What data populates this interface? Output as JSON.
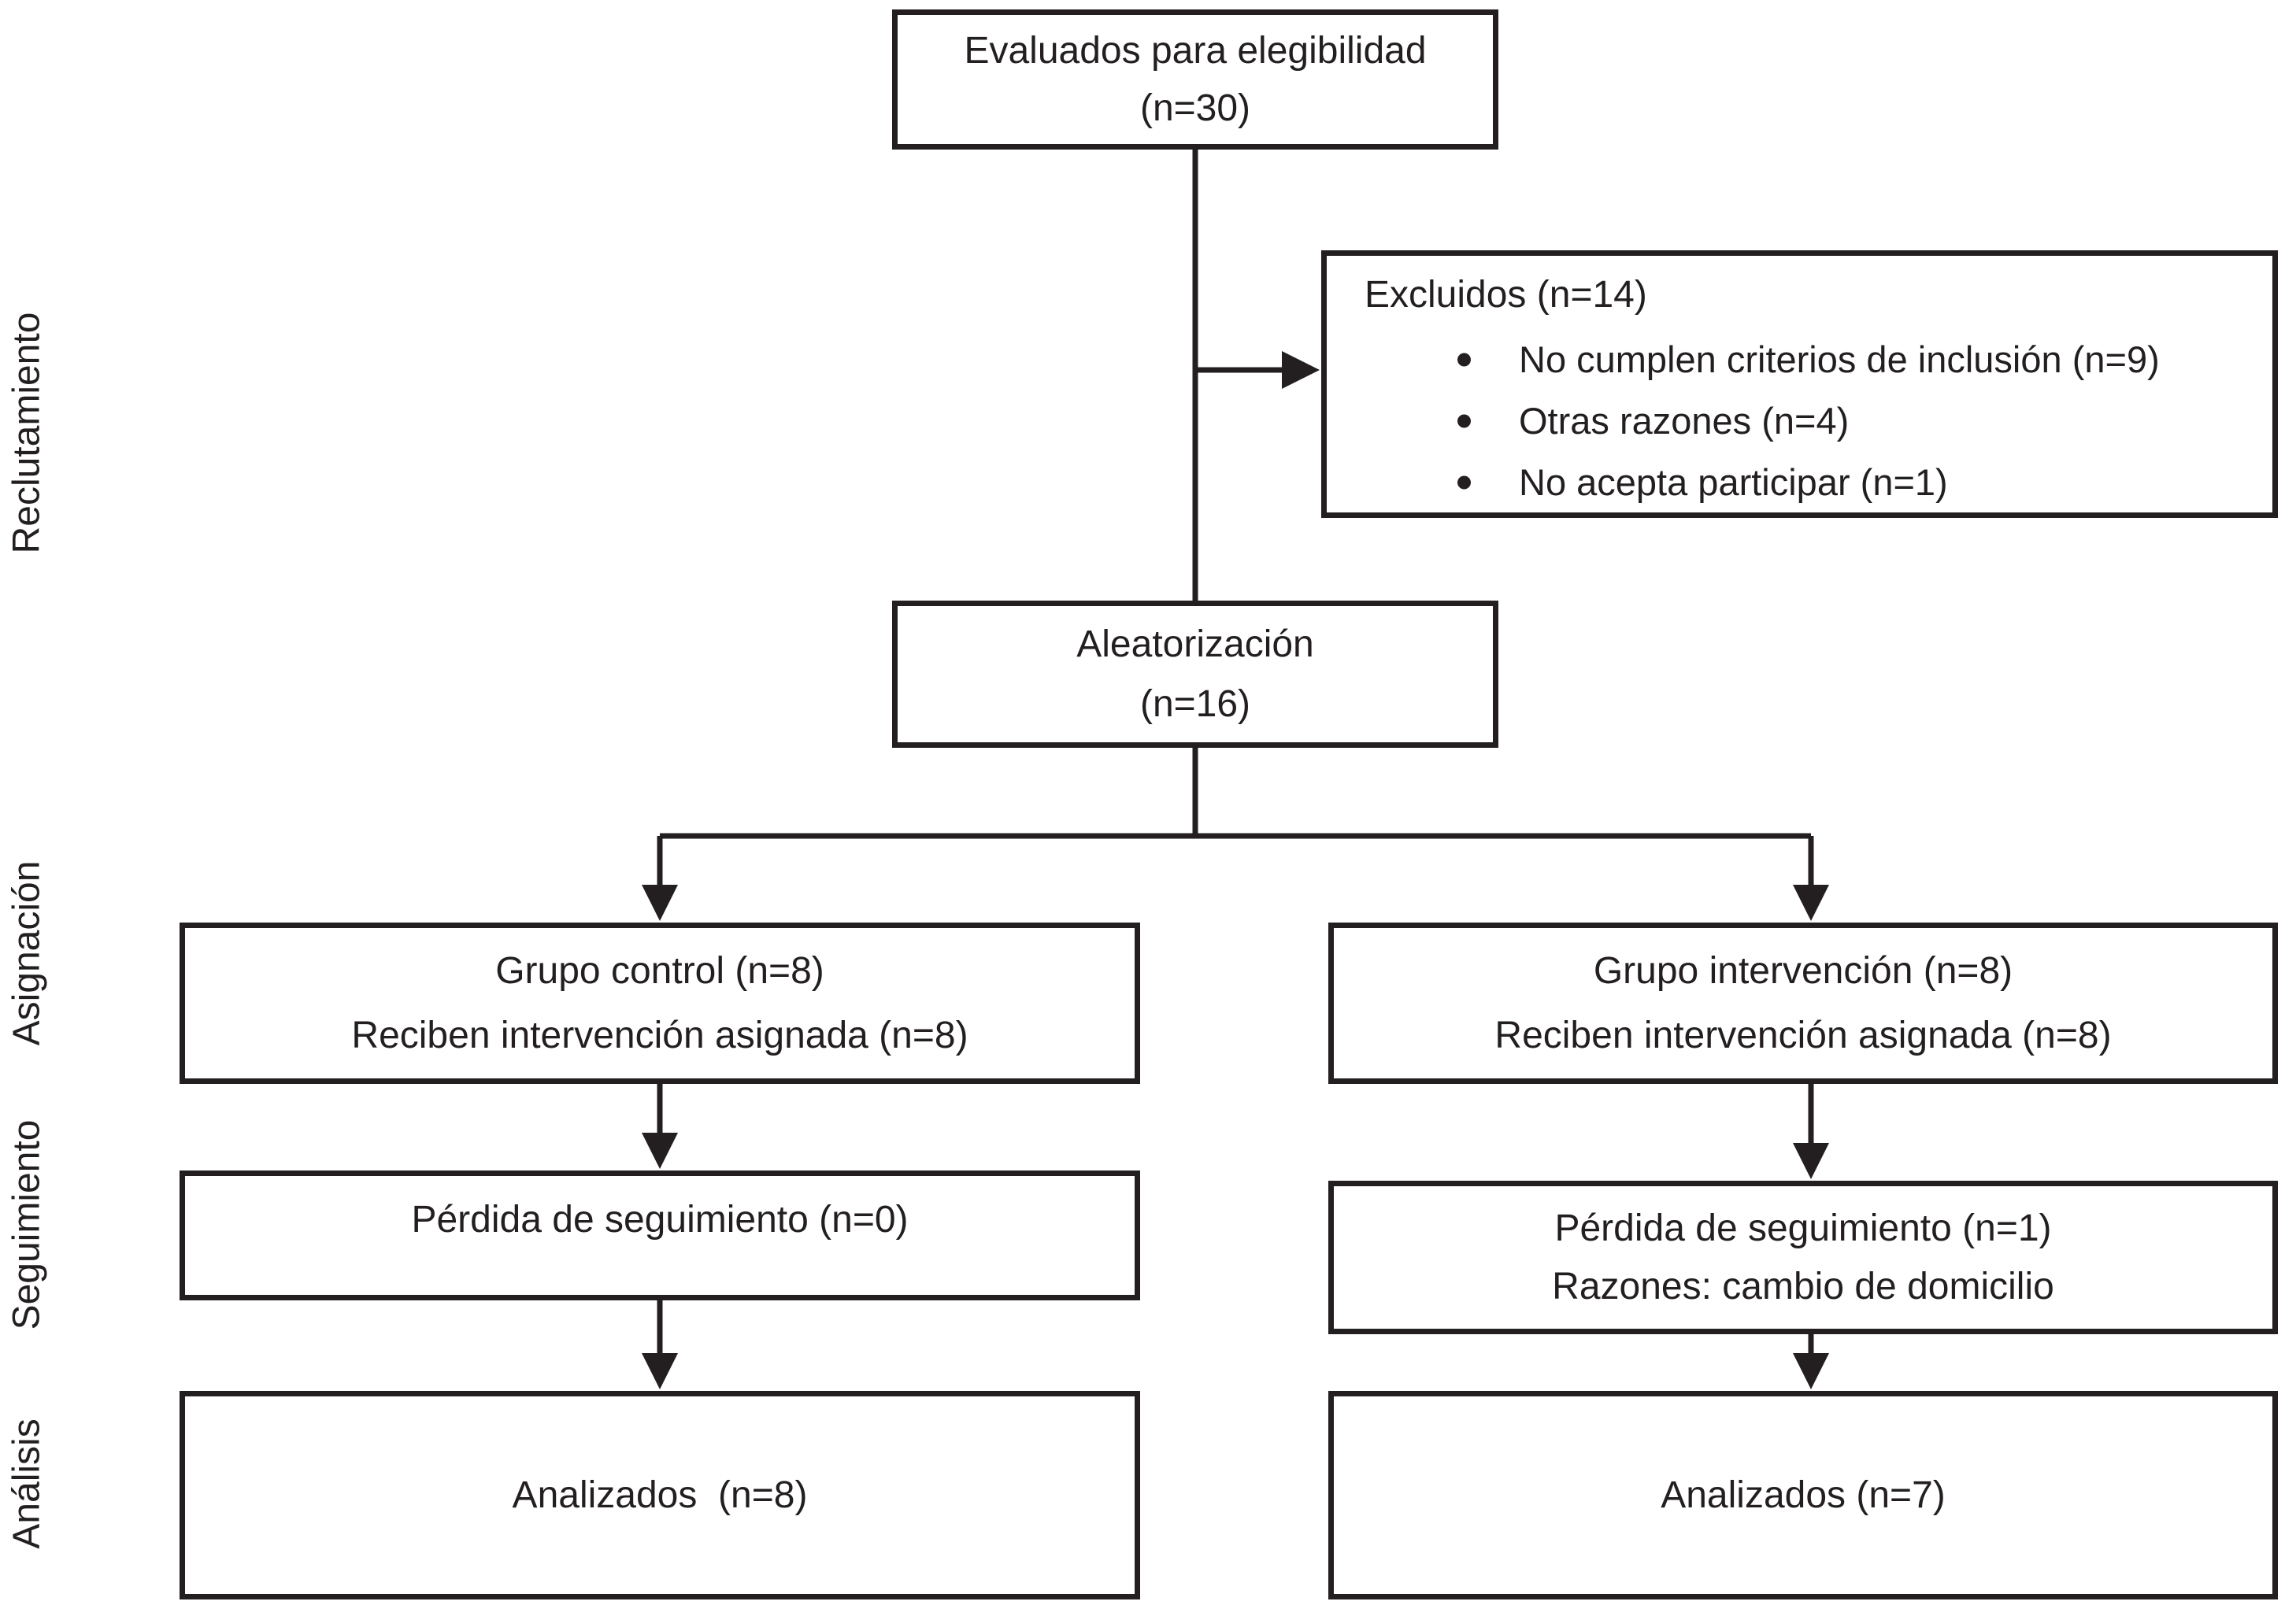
{
  "diagram": {
    "stage_labels": {
      "recruitment": "Reclutamiento",
      "assignment": "Asignación",
      "followup": "Seguimiento",
      "analysis": "Análisis"
    },
    "boxes": {
      "eligibility": {
        "line1": "Evaluados para elegibilidad",
        "line2": "(n=30)"
      },
      "excluded": {
        "title": "Excluidos (n=14)",
        "bullets": [
          "No cumplen criterios de inclusión (n=9)",
          "Otras razones (n=4)",
          "No acepta participar (n=1)"
        ]
      },
      "randomization": {
        "line1": "Aleatorización",
        "line2": "(n=16)"
      },
      "group_control": {
        "line1": "Grupo control (n=8)",
        "line2": "Reciben intervención asignada (n=8)"
      },
      "group_intervention": {
        "line1": "Grupo intervención (n=8)",
        "line2": "Reciben intervención asignada (n=8)"
      },
      "followup_control": {
        "line1": "Pérdida de seguimiento (n=0)"
      },
      "followup_intervention": {
        "line1": "Pérdida de seguimiento (n=1)",
        "line2": "Razones: cambio de domicilio"
      },
      "analysis_control": {
        "line1": "Analizados  (n=8)"
      },
      "analysis_intervention": {
        "line1": "Analizados (n=7)"
      }
    },
    "colors": {
      "line": "#231f20",
      "text": "#231f20",
      "background": "#ffffff"
    }
  }
}
